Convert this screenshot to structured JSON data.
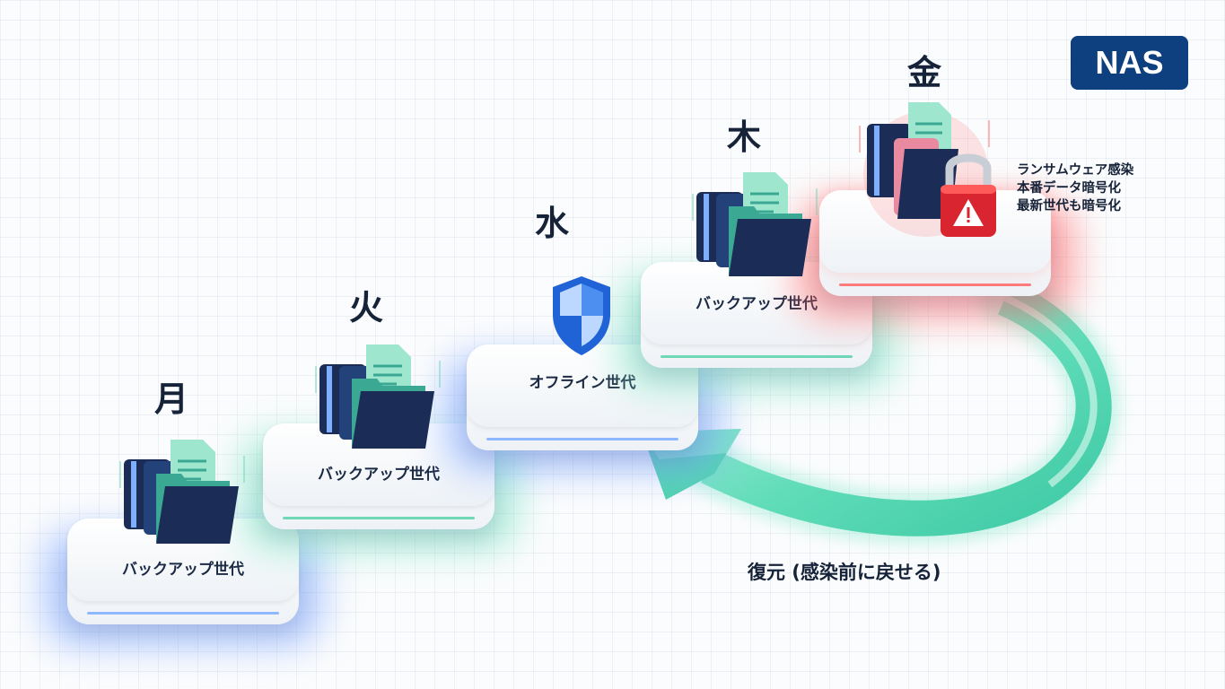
{
  "badge": {
    "label": "NAS"
  },
  "days": [
    {
      "id": "mon",
      "day": "月",
      "label": "バックアップ世代"
    },
    {
      "id": "tue",
      "day": "火",
      "label": "バックアップ世代"
    },
    {
      "id": "wed",
      "day": "水",
      "label": "オフライン世代"
    },
    {
      "id": "thu",
      "day": "木",
      "label": "バックアップ世代"
    },
    {
      "id": "fri",
      "day": "金",
      "label": ""
    }
  ],
  "alert": {
    "lines": [
      "ランサムウェア感染",
      "本番データ暗号化",
      "最新世代も暗号化"
    ]
  },
  "restore": {
    "label": "復元 (感染前に戻せる)"
  },
  "colors": {
    "navy": "#0e3f7f",
    "teal": "#5fdcb8",
    "blue": "#8fb9ff",
    "red": "#ff5a5a",
    "folder_dark": "#1b2d57",
    "folder_teal": "#3aa892"
  }
}
